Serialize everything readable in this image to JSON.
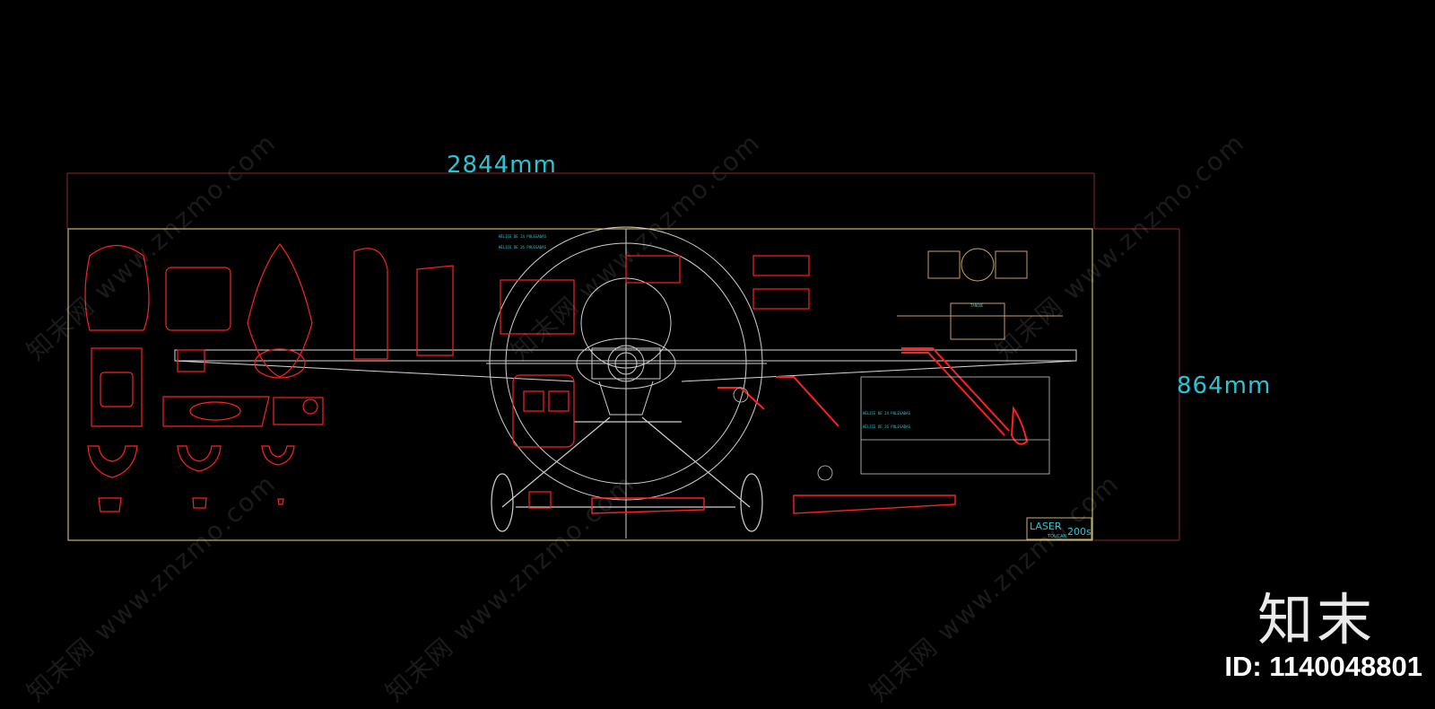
{
  "drawing": {
    "dimension_width": "2844mm",
    "dimension_height": "864mm",
    "title_block": {
      "name": "LASER",
      "model": "200s",
      "sub": "TOUCAN"
    },
    "notes": [
      "HÉLICE DE 24 POLEGADAS",
      "HÉLICE DE 26 POLEGADAS",
      "HÉLICE DE 24 POLEGADAS",
      "HÉLICE DE 26 POLEGADAS",
      "TANQUE"
    ]
  },
  "watermark": {
    "text": "知末网 www.znzmo.com",
    "brand": "知末",
    "id_label": "ID: 1140048801"
  },
  "colors": {
    "background": "#000000",
    "frame": "#c8b46e",
    "part_outline": "#ff2020",
    "construction": "#e0e0e0",
    "dimension_text": "#26c6d4",
    "dimension_line": "#8a2a2a"
  }
}
